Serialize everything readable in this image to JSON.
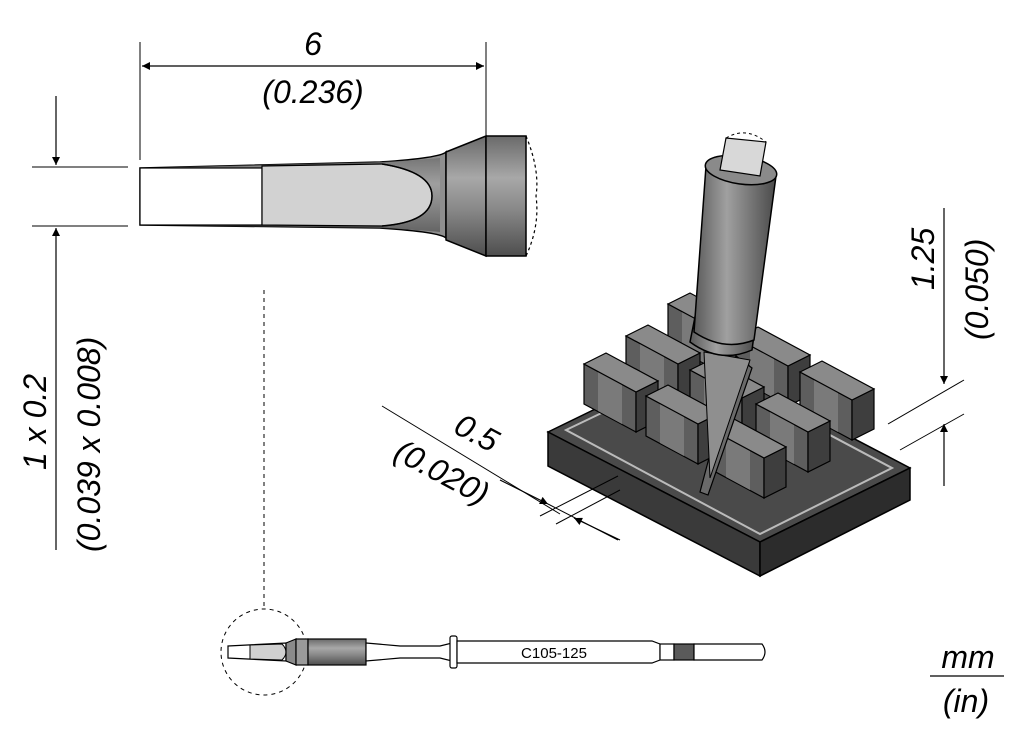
{
  "dimensions": {
    "length_mm": "6",
    "length_in": "(0.236)",
    "tip_mm": "1 x 0.2",
    "tip_in": "(0.039 x 0.008)",
    "width_mm": "0.5",
    "width_in": "(0.020)",
    "height_mm": "1.25",
    "height_in": "(0.050)"
  },
  "part_number": "C105-125",
  "units": {
    "primary": "mm",
    "secondary": "(in)"
  },
  "colors": {
    "metal": "#8c8c8c",
    "metal_dark": "#5a5a5a",
    "tinned": "#d2d2d2",
    "board": "#3c3c3c",
    "component": "#6e6e6e",
    "line": "#000000"
  }
}
